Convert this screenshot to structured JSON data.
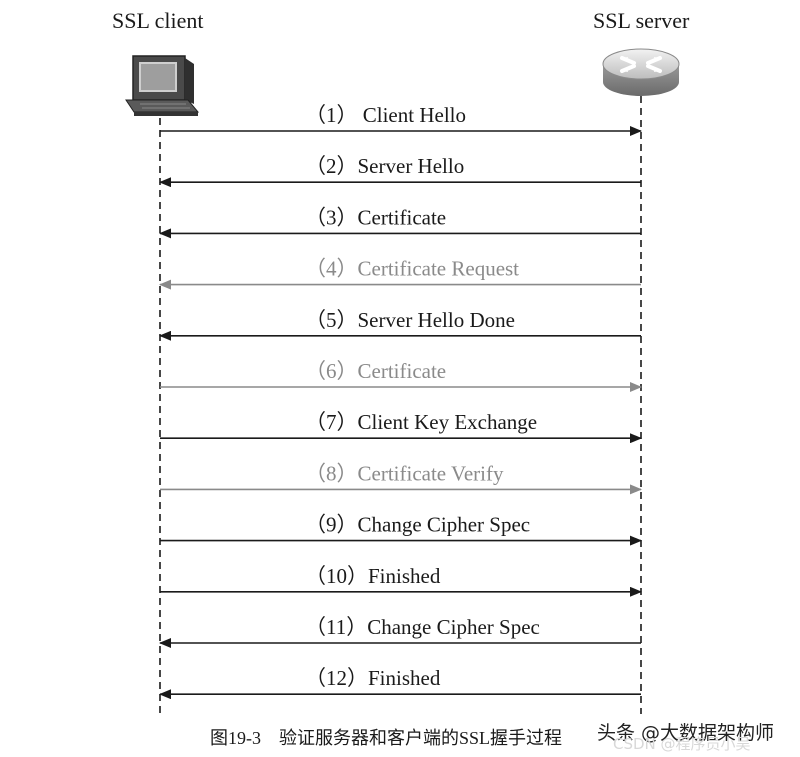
{
  "client": {
    "label": "SSL client",
    "icon": "desktop-computer-icon"
  },
  "server": {
    "label": "SSL server",
    "icon": "router-icon"
  },
  "messages": [
    {
      "label": "（1） Client Hello",
      "direction": "to-server",
      "optional": false
    },
    {
      "label": "（2）Server Hello",
      "direction": "to-client",
      "optional": false
    },
    {
      "label": "（3）Certificate",
      "direction": "to-client",
      "optional": false
    },
    {
      "label": "（4）Certificate Request",
      "direction": "to-client",
      "optional": true
    },
    {
      "label": "（5）Server Hello Done",
      "direction": "to-client",
      "optional": false
    },
    {
      "label": "（6）Certificate",
      "direction": "to-server",
      "optional": true
    },
    {
      "label": "（7）Client Key Exchange",
      "direction": "to-server",
      "optional": false
    },
    {
      "label": "（8）Certificate Verify",
      "direction": "to-server",
      "optional": true
    },
    {
      "label": "（9）Change Cipher Spec",
      "direction": "to-server",
      "optional": false
    },
    {
      "label": "（10）Finished",
      "direction": "to-server",
      "optional": false
    },
    {
      "label": "（11）Change Cipher Spec",
      "direction": "to-client",
      "optional": false
    },
    {
      "label": "（12）Finished",
      "direction": "to-client",
      "optional": false
    }
  ],
  "caption": "图19-3　验证服务器和客户端的SSL握手过程",
  "watermark": {
    "line1": "头条 @大数据架构师",
    "line2": "CSDN @程序员小吴"
  },
  "colors": {
    "required": "#1a1a1a",
    "optional": "#8a8a8a"
  }
}
